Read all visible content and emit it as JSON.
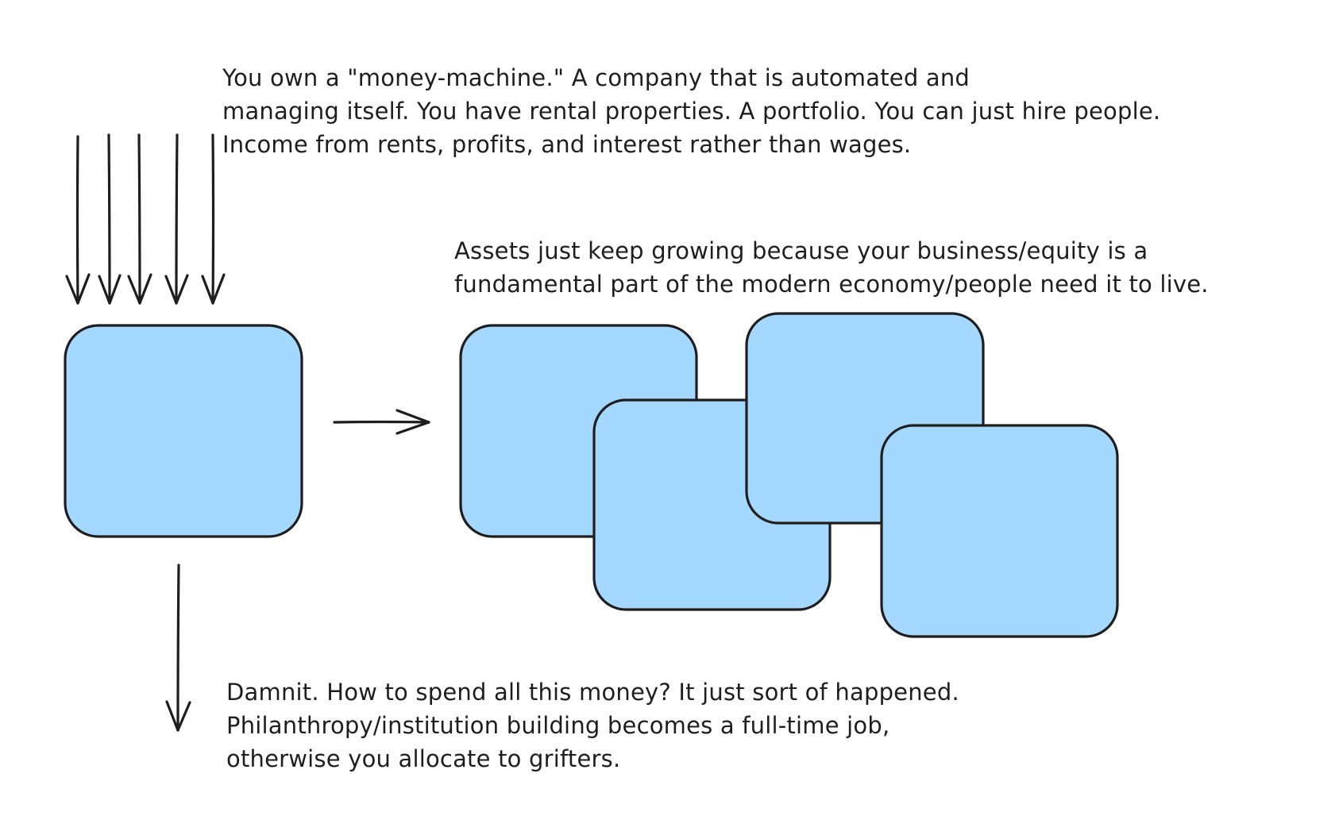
{
  "notes": {
    "top": [
      "You own a \"money-machine.\" A company that is automated and",
      "managing itself. You have rental properties. A portfolio. You can just hire people.",
      "Income from rents, profits, and interest rather than wages."
    ],
    "middle": [
      "Assets just keep growing because your business/equity is a",
      "fundamental part of the modern economy/people need it to live."
    ],
    "bottom": [
      "Damnit. How to spend all this money? It just sort of happened.",
      "Philanthropy/institution building becomes a full-time job,",
      "otherwise you allocate to grifters."
    ]
  },
  "colors": {
    "box_fill": "#a5d8ff",
    "stroke": "#1e1e1e",
    "background": "#ffffff"
  }
}
